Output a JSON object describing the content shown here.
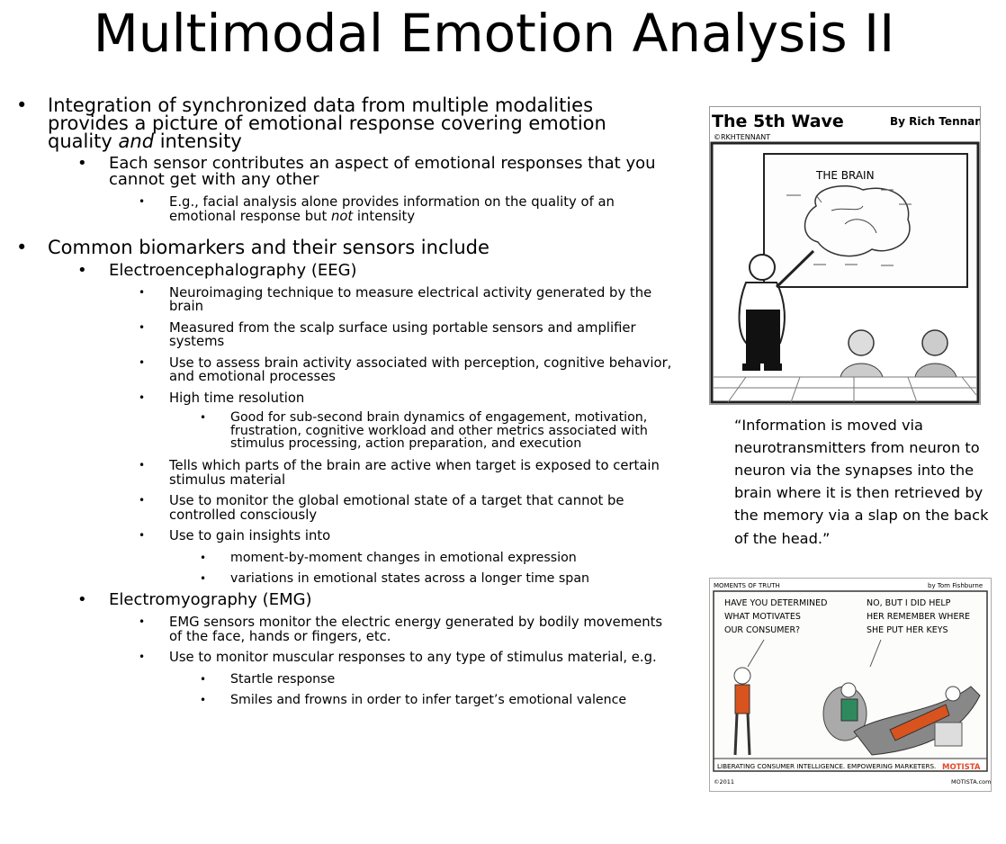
{
  "title": "Multimodal Emotion Analysis II",
  "bullets": [
    {
      "level": 1,
      "parts": [
        {
          "t": "Integration of synchronized data from multiple modalities provides a picture of emotional response covering emotion quality "
        },
        {
          "t": "and",
          "i": true
        },
        {
          "t": " intensity"
        }
      ],
      "gap": 0
    },
    {
      "level": 2,
      "parts": [
        {
          "t": "Each sensor contributes an aspect of emotional responses that you cannot get with any other"
        }
      ],
      "gap": 6
    },
    {
      "level": 3,
      "parts": [
        {
          "t": "E.g., facial analysis alone provides information on the quality of an emotional response but "
        },
        {
          "t": "not",
          "i": true
        },
        {
          "t": " intensity"
        }
      ],
      "gap": 8
    },
    {
      "level": 1,
      "parts": [
        {
          "t": "Common biomarkers and their sensors include"
        }
      ],
      "gap": 16
    },
    {
      "level": 2,
      "parts": [
        {
          "t": "Electroencephalography (EEG)"
        }
      ],
      "gap": 7
    },
    {
      "level": 3,
      "parts": [
        {
          "t": "Neuroimaging technique to measure electrical activity generated by the brain"
        }
      ],
      "gap": 8
    },
    {
      "level": 3,
      "parts": [
        {
          "t": "Measured from the scalp surface using portable sensors and amplifier systems"
        }
      ],
      "gap": 8
    },
    {
      "level": 3,
      "parts": [
        {
          "t": "Use to assess brain activity associated with perception, cognitive behavior, and emotional processes"
        }
      ],
      "gap": 8
    },
    {
      "level": 3,
      "parts": [
        {
          "t": "High time resolution"
        }
      ],
      "gap": 8
    },
    {
      "level": 4,
      "parts": [
        {
          "t": "Good for sub-second brain dynamics of engagement, motivation, frustration, cognitive workload and other metrics associated with stimulus processing, action preparation, and execution"
        }
      ],
      "gap": 7
    },
    {
      "level": 3,
      "parts": [
        {
          "t": "Tells which parts of the brain are active when target is exposed to certain stimulus material"
        }
      ],
      "gap": 10
    },
    {
      "level": 3,
      "parts": [
        {
          "t": "Use to monitor the global emotional state of a target that cannot be controlled consciously"
        }
      ],
      "gap": 8
    },
    {
      "level": 3,
      "parts": [
        {
          "t": "Use to gain insights into"
        }
      ],
      "gap": 8
    },
    {
      "level": 4,
      "parts": [
        {
          "t": "moment-by-moment changes in emotional expression"
        }
      ],
      "gap": 9
    },
    {
      "level": 4,
      "parts": [
        {
          "t": "variations in emotional states across a longer time span"
        }
      ],
      "gap": 9
    },
    {
      "level": 2,
      "parts": [
        {
          "t": "Electromyography (EMG)"
        }
      ],
      "gap": 8
    },
    {
      "level": 3,
      "parts": [
        {
          "t": "EMG sensors monitor the electric energy generated by bodily movements of the face, hands or fingers, etc."
        }
      ],
      "gap": 8
    },
    {
      "level": 3,
      "parts": [
        {
          "t": "Use to monitor muscular responses to any type of stimulus material, e.g."
        }
      ],
      "gap": 8
    },
    {
      "level": 4,
      "parts": [
        {
          "t": "Startle response"
        }
      ],
      "gap": 9
    },
    {
      "level": 4,
      "parts": [
        {
          "t": "Smiles and frowns in order to infer target’s emotional valence"
        }
      ],
      "gap": 9
    }
  ],
  "cartoon1": {
    "strip_title": "The 5th Wave",
    "author": "By Rich Tennant",
    "signature": "©RKHTENNANT",
    "board_label": "THE BRAIN"
  },
  "caption": "“Information is moved via neurotransmitters from neuron to neuron via the synapses into the brain where it is then retrieved by the memory via a slap on the back of the head.”",
  "cartoon2": {
    "header_left": "MOMENTS OF TRUTH",
    "header_right": "by Tom Fishburne",
    "speech_left": [
      "HAVE YOU DETERMINED",
      "WHAT MOTIVATES",
      "OUR CONSUMER?"
    ],
    "speech_right": [
      "NO, BUT I DID HELP",
      "HER REMEMBER WHERE",
      "SHE PUT HER KEYS"
    ],
    "footer": "LIBERATING CONSUMER INTELLIGENCE. EMPOWERING MARKETERS.",
    "brand": "MOTISTA",
    "copyright": "©2011",
    "site": "MOTISTA.com"
  }
}
